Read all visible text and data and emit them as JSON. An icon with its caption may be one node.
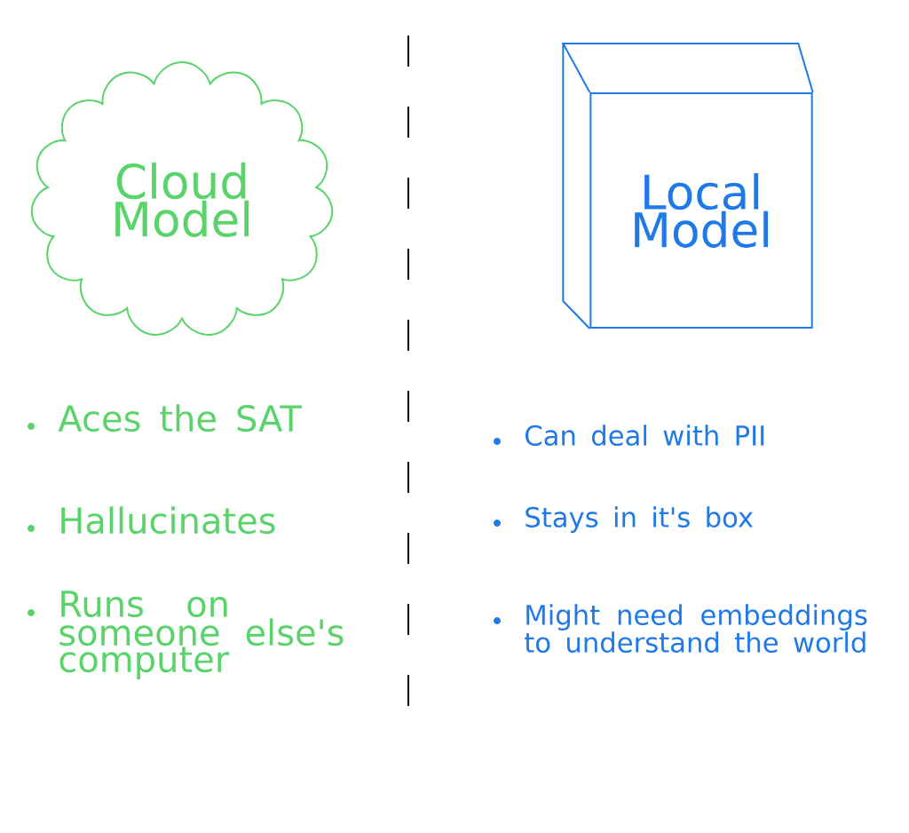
{
  "diagram": {
    "nodes": [
      {
        "text": [
          "Cloud Model"
        ]
      },
      {
        "text": [
          "Local Model"
        ]
      }
    ],
    "labels": [
      "Aces the SAT",
      "Hallucinates",
      "Runs on someone else's computer",
      "Can deal with PII",
      "Stays in it's box",
      "Might need embeddings to understand the world"
    ]
  }
}
